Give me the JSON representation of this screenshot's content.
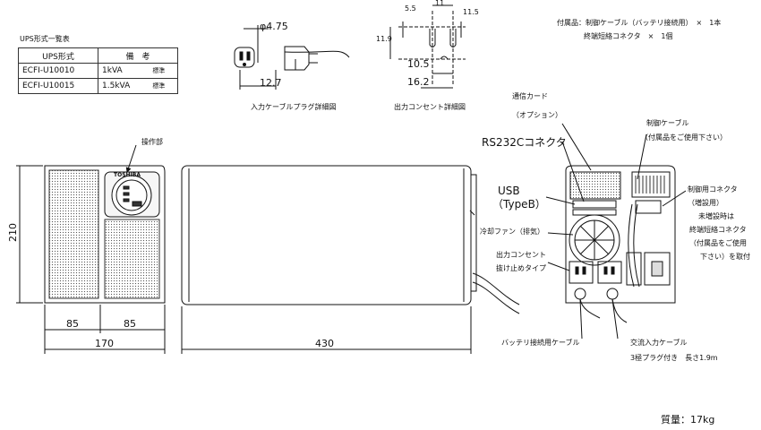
{
  "spec_table": {
    "title": "UPS形式一覧表",
    "headers": [
      "UPS形式",
      "備　考"
    ],
    "rows": [
      [
        "ECFI-U10010",
        "1kVA",
        "標準"
      ],
      [
        "ECFI-U10015",
        "1.5kVA",
        "標準"
      ]
    ]
  },
  "plug_detail": {
    "diameter": "φ4.75",
    "pitch": "12.7",
    "caption": "入力ケーブルプラグ詳細図"
  },
  "outlet_detail": {
    "dims": [
      "11",
      "5.5",
      "11.9",
      "11.5",
      "10.5",
      "16.2"
    ],
    "caption": "出力コンセント詳細図"
  },
  "accessories": {
    "line1": "付属品：制御ケーブル（バッテリ接続用）　×　1本",
    "line2": "終端短絡コネクタ　×　1個"
  },
  "front_view": {
    "label_panel": "操作部",
    "brand": "TOSHIBA",
    "dim_height": "210",
    "dim_left": "85",
    "dim_right": "85",
    "dim_width": "170"
  },
  "side_view": {
    "dim_depth": "430"
  },
  "rear_view": {
    "card_slot": "通信カード\n（オプション）",
    "card_slot_l1": "通信カード",
    "card_slot_l2": "（オプション）",
    "rs232c": "RS232Cコネクタ",
    "usb_l1": "USB",
    "usb_l2": "（TypeB）",
    "fan": "冷却ファン（排気）",
    "outlet_l1": "出力コンセント",
    "outlet_l2": "抜け止めタイプ",
    "battery_cable": "バッテリ接続用ケーブル",
    "ac_cable_l1": "交流入力ケーブル",
    "ac_cable_l2": "3極プラグ付き　長さ1.9m",
    "control_cable_l1": "制御ケーブル",
    "control_cable_l2": "（付属品をご使用下さい）",
    "ctrl_connector_l1": "制御用コネクタ",
    "ctrl_connector_l2": "（増設用）",
    "ctrl_connector_l3": "未増設時は",
    "ctrl_connector_l4": "終端短絡コネクタ",
    "ctrl_connector_l5": "（付属品をご使用",
    "ctrl_connector_l6": "下さい）を取付"
  },
  "mass": "質量：17kg"
}
